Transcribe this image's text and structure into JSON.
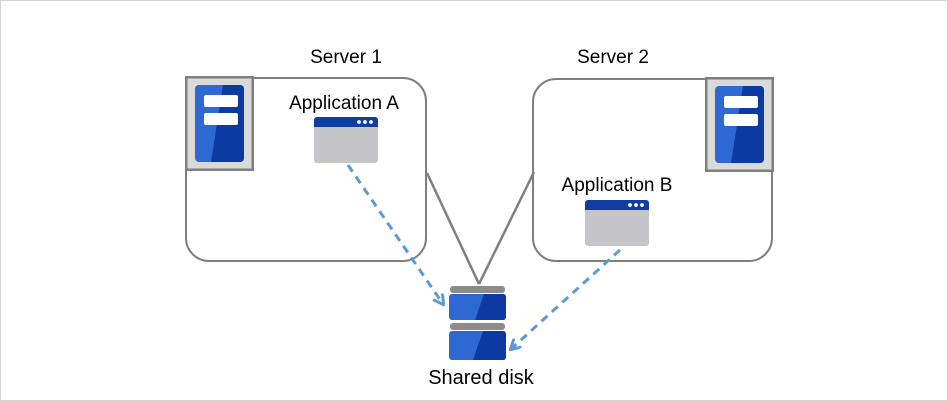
{
  "diagram": {
    "nodes": {
      "server1": {
        "label": "Server 1",
        "icon": "server-tower-icon"
      },
      "server2": {
        "label": "Server 2",
        "icon": "server-tower-icon"
      },
      "app_a": {
        "label": "Application A",
        "icon": "app-window-icon",
        "inside": "server1"
      },
      "app_b": {
        "label": "Application B",
        "icon": "app-window-icon",
        "inside": "server2"
      },
      "shared_disk": {
        "label": "Shared disk",
        "icon": "disk-stack-icon"
      }
    },
    "edges": [
      {
        "from": "server1",
        "to": "shared_disk",
        "style": "solid-gray-line"
      },
      {
        "from": "server2",
        "to": "shared_disk",
        "style": "solid-gray-line"
      },
      {
        "from": "app_a",
        "to": "shared_disk",
        "style": "dashed-blue-arrow"
      },
      {
        "from": "app_b",
        "to": "shared_disk",
        "style": "dashed-blue-arrow"
      }
    ]
  },
  "colors": {
    "canvas-border": "#d4d4d4",
    "box-border": "#7f7f7f",
    "connector-gray": "#7f7f7f",
    "arrow-blue": "#5b9bd5",
    "icon-frame-fill": "#d9d9d9",
    "blue-light": "#2e68d3",
    "blue-dark": "#0c3aa2",
    "titlebar-blue": "#0f3da0",
    "app-body-gray": "#c5c5c9",
    "disk-cap-gray": "#8c8c8c",
    "text": "#000000"
  }
}
